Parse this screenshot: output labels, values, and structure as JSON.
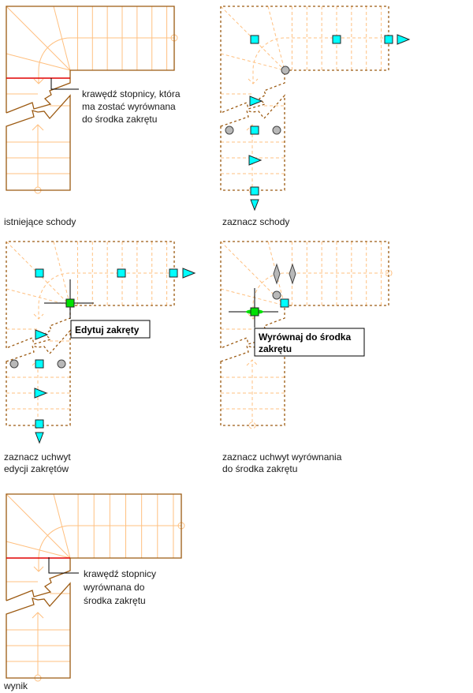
{
  "colors": {
    "outline": "#9c5a12",
    "tread": "#ffc080",
    "edge": "#e00000",
    "grip": "#00ffff",
    "grip_gray": "#b8b8b8",
    "grip_active": "#00e000"
  },
  "panels": [
    {
      "caption": [
        "istniejące schody"
      ],
      "callout": [
        "krawędź stopnicy, która",
        "ma zostać wyrównana",
        "do środka zakrętu"
      ]
    },
    {
      "caption": [
        "zaznacz schody"
      ]
    },
    {
      "caption": [
        "zaznacz uchwyt",
        "edycji zakrętów"
      ],
      "tooltip": [
        "Edytuj zakręty"
      ]
    },
    {
      "caption": [
        "zaznacz uchwyt wyrównania",
        "do środka zakrętu"
      ],
      "tooltip": [
        "Wyrównaj do środka",
        "zakrętu"
      ]
    },
    {
      "caption": [
        "wynik"
      ],
      "callout": [
        "krawędź stopnicy",
        "wyrównana do",
        "środka zakrętu"
      ]
    }
  ]
}
